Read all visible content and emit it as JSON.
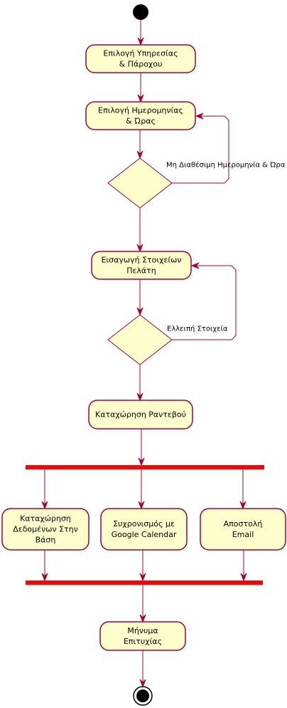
{
  "diagram": {
    "type": "uml-activity",
    "colors": {
      "action_fill": "#fefecd",
      "action_stroke": "#a80036",
      "flow": "#a80036",
      "bar": "#ff0000",
      "terminal": "#000000"
    },
    "nodes": {
      "start": {
        "kind": "initial"
      },
      "select_service": {
        "kind": "action",
        "lines": [
          "Επιλογή Υπηρεσίας",
          "& Πάροχου"
        ]
      },
      "select_date": {
        "kind": "action",
        "lines": [
          "Επιλογή Ημερομηνίας",
          "& Ώρας"
        ]
      },
      "decision_date": {
        "kind": "decision"
      },
      "enter_details": {
        "kind": "action",
        "lines": [
          "Εισαγωγή Στοιχείων",
          "Πελάτη"
        ]
      },
      "decision_details": {
        "kind": "decision"
      },
      "register": {
        "kind": "action",
        "lines": [
          "Καταχώρηση Ραντεβού"
        ]
      },
      "fork": {
        "kind": "fork"
      },
      "save_db": {
        "kind": "action",
        "lines": [
          "Καταχώρηση",
          "Δεδομένων Στην",
          "Βάση"
        ]
      },
      "sync_calendar": {
        "kind": "action",
        "lines": [
          "Συχρονισμός με",
          "Google Calendar"
        ]
      },
      "send_email": {
        "kind": "action",
        "lines": [
          "Αποστολή",
          "Email"
        ]
      },
      "join": {
        "kind": "join"
      },
      "success": {
        "kind": "action",
        "lines": [
          "Μήνυμα",
          "Επιτυχίας"
        ]
      },
      "end": {
        "kind": "final"
      }
    },
    "guards": {
      "date_unavailable": "Μη Διαθέσιμη Ημερομηνία & Ώρα",
      "missing_details": "Ελλειπή Στοιχεία"
    }
  }
}
